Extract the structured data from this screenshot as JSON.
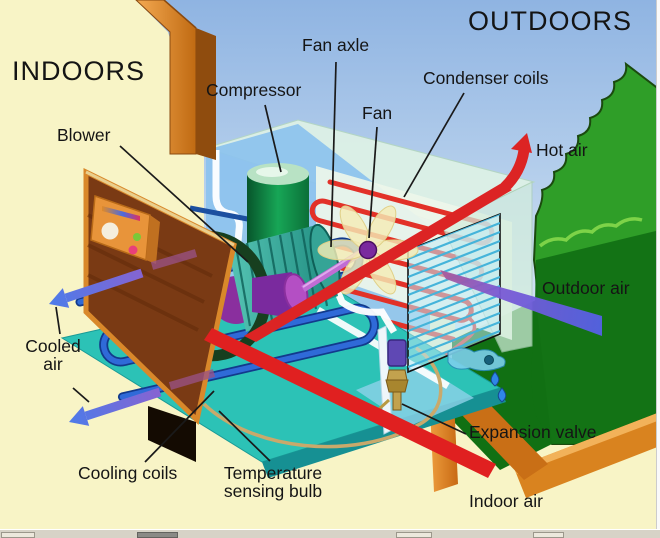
{
  "diagram": {
    "title": "window air conditioner cutaway",
    "region_labels": {
      "indoors": "INDOORS",
      "outdoors": "OUTDOORS"
    },
    "part_labels": {
      "fan_axle": "Fan axle",
      "compressor": "Compressor",
      "fan": "Fan",
      "condenser_coils": "Condenser coils",
      "blower": "Blower",
      "cooling_coils": "Cooling coils",
      "temperature_sensing_bulb_line1": "Temperature",
      "temperature_sensing_bulb_line2": "sensing bulb",
      "expansion_valve": "Expansion valve"
    },
    "air_labels": {
      "hot_air": "Hot air",
      "outdoor_air": "Outdoor air",
      "cooled_air_line1": "Cooled",
      "cooled_air_line2": "air",
      "indoor_air": "Indoor air"
    }
  },
  "colors": {
    "sky_top": "#8fb4e2",
    "sky_bottom": "#d6e6f4",
    "wall_cream": "#f8f4c6",
    "frame_orange": "#d9831f",
    "cabinet_brown": "#7a3a14",
    "case_mint": "#ddf1e6",
    "interior_blue": "#8cc2ee",
    "pan_teal": "#2cc2b6",
    "condenser_coil_red": "#e23128",
    "cooling_coil_blue": "#2f6ad8",
    "hot_air_red": "#dc2424",
    "indoor_air_red": "#e02020",
    "cooled_air_blue": "#4f7ae8",
    "outdoor_air_violet": "#5560e6",
    "bush_green": "#2f9e28",
    "bush_green_dark": "#117013",
    "compressor_green": "#17a656",
    "blower_purple": "#8a2f9e",
    "fan_cream": "#f4ecb4",
    "valve_brass": "#c2a24e",
    "water_blue": "#2f86e8",
    "statusbar_gray": "#d7d3c7"
  }
}
